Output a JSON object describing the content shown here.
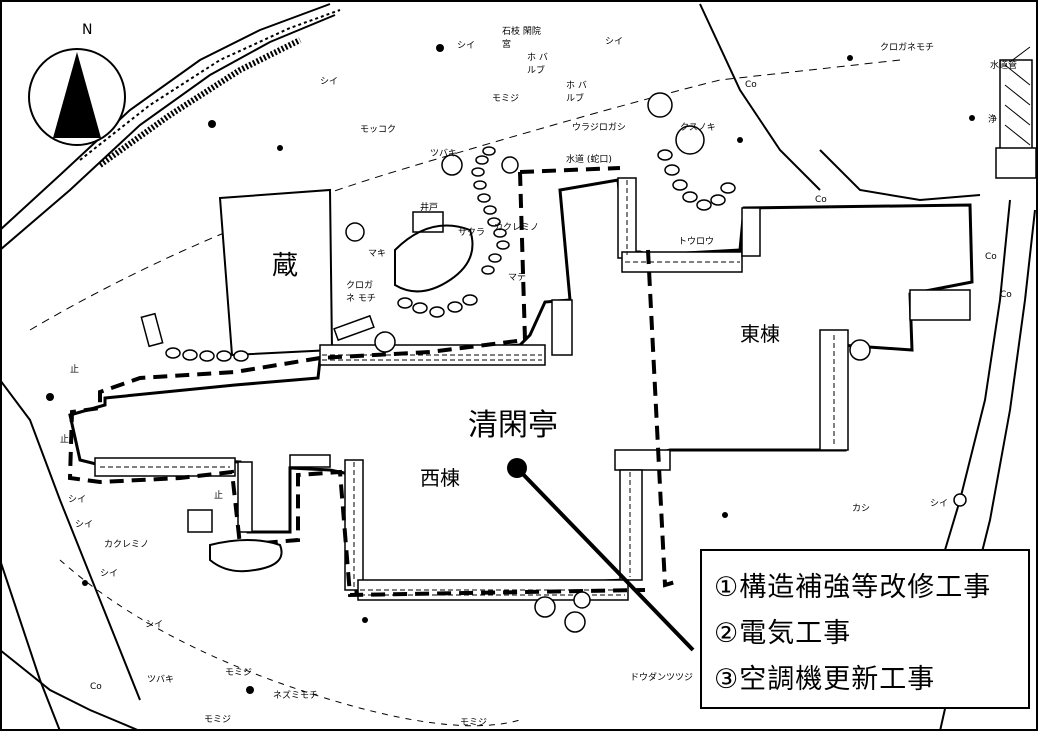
{
  "compass": {
    "label": "N"
  },
  "buildings": {
    "kura": "蔵",
    "east": "東棟",
    "main": "清閑亭",
    "west": "西棟"
  },
  "plant_labels": [
    "シイ",
    "シイ",
    "シイ",
    "石枝 閑院宮",
    "ホ バルブ",
    "モミジ",
    "ホ バルブ",
    "モッコク",
    "ツバキ",
    "ウラジロガシ",
    "クスノキ",
    "水道 (蛇口)",
    "クロガネモチ",
    "水道管",
    "井戸",
    "クロガネ モチ",
    "マキ",
    "サクラ",
    "カクレミノ",
    "マテ",
    "トウロウ",
    "カシ",
    "シイ",
    "シイ",
    "シイ",
    "カクレミノ",
    "シイ",
    "シイ",
    "シイ",
    "ツバキ",
    "モミジ",
    "ネズミモチ",
    "モミジ",
    "ドウダンツツジ",
    "モミジ",
    "Co",
    "Co",
    "Co",
    "Co",
    "Co",
    "浄",
    "止",
    "止",
    "止"
  ],
  "legend": [
    "①構造補強等改修工事",
    "②電気工事",
    "③空調機更新工事"
  ],
  "colors": {
    "ink": "#000000",
    "paper": "#ffffff"
  }
}
